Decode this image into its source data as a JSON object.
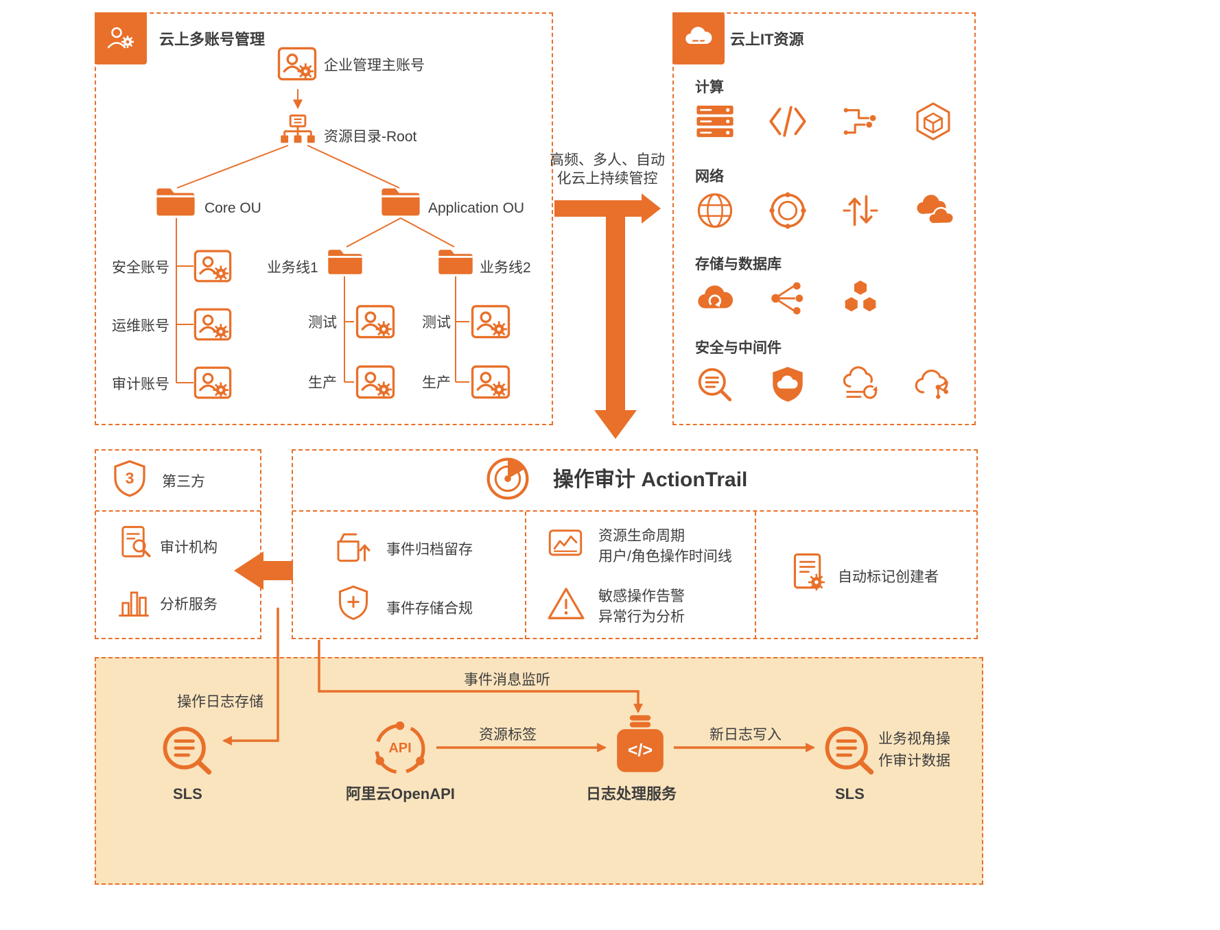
{
  "colors": {
    "accent": "#E8702A",
    "band_background": "#FAE4BE",
    "label": "#3d3d3d"
  },
  "account_box": {
    "title": "云上多账号管理",
    "master_label": "企业管理主账号",
    "root_label": "资源目录-Root",
    "core_ou_label": "Core OU",
    "app_ou_label": "Application OU",
    "core_accounts": [
      "安全账号",
      "运维账号",
      "审计账号"
    ],
    "biz_line1_label": "业务线1",
    "biz_line2_label": "业务线2",
    "test_label": "测试",
    "prod_label": "生产"
  },
  "resource_box": {
    "title": "云上IT资源",
    "section_compute": "计算",
    "section_network": "网络",
    "section_storage": "存储与数据库",
    "section_security": "安全与中间件"
  },
  "flow_note": {
    "line1": "高频、多人、自动",
    "line2": "化云上持续管控"
  },
  "third_party_box": {
    "badge": "3",
    "title": "第三方",
    "audit": "审计机构",
    "analysis": "分析服务"
  },
  "actiontrail": {
    "title": "操作审计 ActionTrail",
    "archive": "事件归档留存",
    "compliance": "事件存储合规",
    "lifecycle_line1": "资源生命周期",
    "lifecycle_line2": "用户/角色操作时间线",
    "alert_line1": "敏感操作告警",
    "alert_line2": "异常行为分析",
    "auto_tag": "自动标记创建者"
  },
  "pipeline": {
    "store_label": "操作日志存储",
    "listen_label": "事件消息监听",
    "tag_label": "资源标签",
    "write_label": "新日志写入",
    "sls_left": "SLS",
    "openapi_label": "阿里云OpenAPI",
    "api_glyph": "API",
    "code_glyph": "</>",
    "processor_label": "日志处理服务",
    "sls_right": "SLS",
    "result_line1": "业务视角操",
    "result_line2": "作审计数据"
  },
  "icons": {
    "multi_account_badge": "user-gear",
    "it_resource_badge": "cloud",
    "master_account": "account-card",
    "resource_root": "org-tree",
    "ou_folder": "folder",
    "member_account": "account-card",
    "compute_row": [
      "server-stack",
      "code-brackets",
      "circuit-board",
      "container-cube"
    ],
    "network_row": [
      "globe",
      "cdn-globe",
      "express-arrows",
      "hybrid-cloud"
    ],
    "storage_row": [
      "oss-cloud",
      "graph-nodes",
      "hex-cluster"
    ],
    "security_row": [
      "log-search",
      "cloud-shield",
      "cloud-sync",
      "cloud-network"
    ],
    "third_party": "shield-badge",
    "audit": "doc-magnifier",
    "analysis": "bar-chart",
    "actiontrail_logo": "radar",
    "archive": "box-arrow-up",
    "compliance": "shield-plus",
    "lifecycle": "monitor-graph",
    "alert": "warning-triangle",
    "auto_tag": "doc-gear",
    "sls": "log-magnifier",
    "openapi": "api-circle",
    "processor": "code-square-db"
  }
}
